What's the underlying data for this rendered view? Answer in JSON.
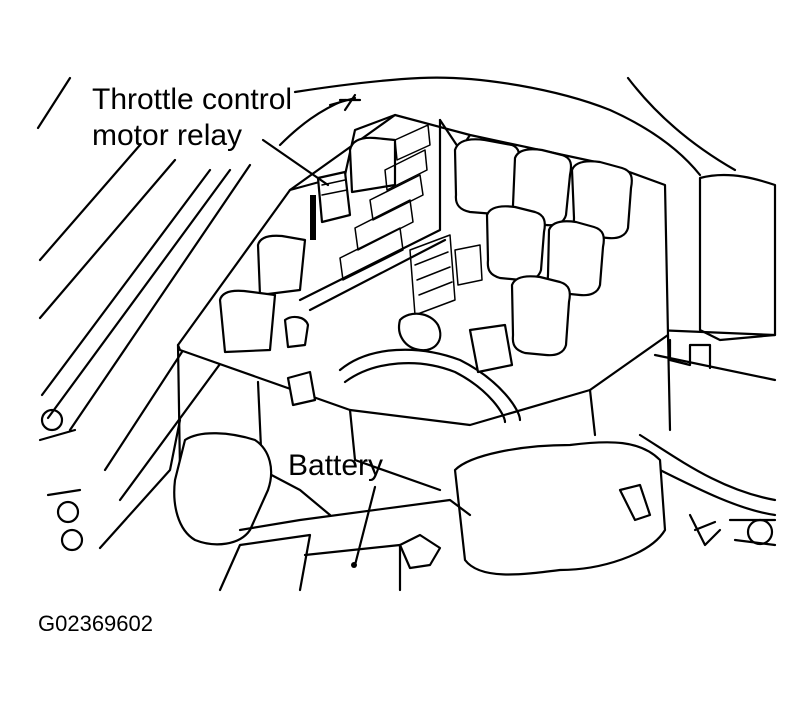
{
  "labels": {
    "throttle_relay": "Throttle control\nmotor relay",
    "battery": "Battery",
    "figure_id": "G02369602"
  }
}
